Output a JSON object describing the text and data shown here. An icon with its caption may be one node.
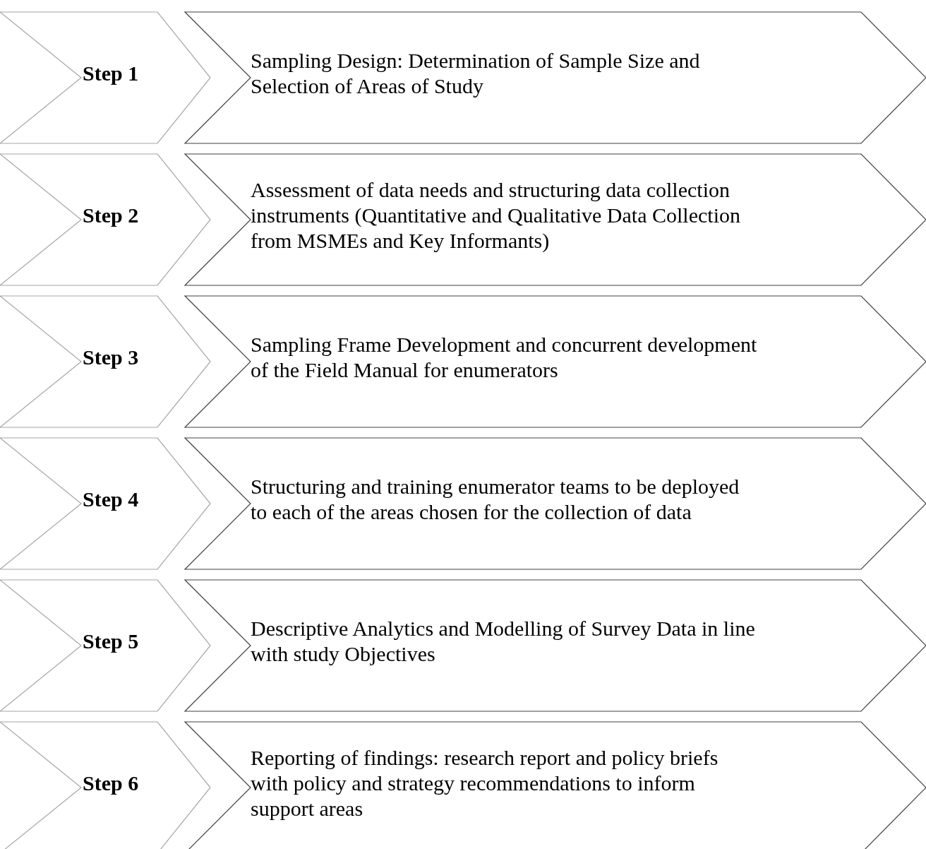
{
  "diagram": {
    "nodes": [
      {
        "text": [
          "Step 1"
        ]
      },
      {
        "text": [
          "Sampling Design: Determination of Sample Size and Selection of Areas of Study"
        ]
      },
      {
        "text": [
          "Step 2"
        ]
      },
      {
        "text": [
          "Assessment of data needs and structuring data collection instruments (Quantitative and Qualitative Data Collection from MSMEs and Key Informants)"
        ]
      },
      {
        "text": [
          "Step 3"
        ]
      },
      {
        "text": [
          "Sampling Frame Development and concurrent development of the Field Manual for enumerators"
        ]
      },
      {
        "text": [
          "Step 4"
        ]
      },
      {
        "text": [
          "Structuring and training enumerator teams to be deployed to each of the areas chosen for the collection of data"
        ]
      },
      {
        "text": [
          "Step 5"
        ]
      },
      {
        "text": [
          "Descriptive Analytics and Modelling of Survey Data in line with study Objectives"
        ]
      },
      {
        "text": [
          "Step 6"
        ]
      },
      {
        "text": [
          "Reporting of findings: research report and policy briefs with policy and strategy recommendations to inform support areas"
        ]
      }
    ],
    "edges": []
  }
}
